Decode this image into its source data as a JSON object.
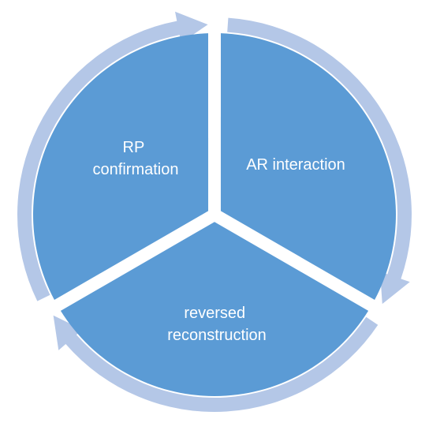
{
  "diagram": {
    "segments": [
      {
        "lines": [
          "AR interaction"
        ]
      },
      {
        "lines": [
          "reversed",
          "reconstruction"
        ]
      },
      {
        "lines": [
          "RP",
          "confirmation"
        ]
      }
    ]
  },
  "colors": {
    "segment_fill": "#5b9bd5",
    "arrow_fill": "#b4c7e7",
    "label_text": "#ffffff",
    "background": "#ffffff"
  }
}
